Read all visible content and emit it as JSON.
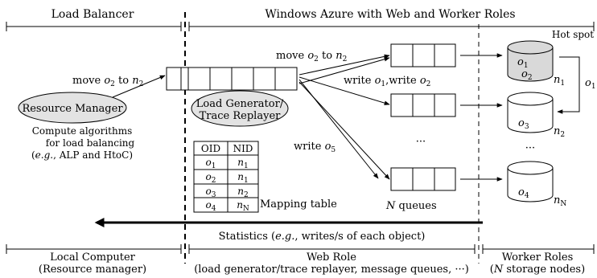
{
  "headers": {
    "top_left": "Load Balancer",
    "top_right": "Windows Azure with Web and Worker Roles",
    "bottom_left_1": "Local Computer",
    "bottom_left_2": "(Resource manager)",
    "bottom_mid_1": "Web Role",
    "bottom_mid_2": "(load generator/trace replayer, message queues, ···)",
    "bottom_right_1": "Worker Roles",
    "bottom_right_2_pre": "(",
    "bottom_right_2_n": "N",
    "bottom_right_2_post": " storage nodes)"
  },
  "resource_manager": {
    "label": "Resource Manager",
    "desc_1": "Compute algorithms",
    "desc_2": "for load balancing",
    "desc_3_eg": "e.g.",
    "desc_3_rest": ", ALP and HtoC)",
    "move_label_pre": "move ",
    "move_obj": "o",
    "move_obj_sub": "2",
    "move_mid": " to ",
    "move_node": "n",
    "move_node_sub": "2"
  },
  "load_generator": {
    "label_1": "Load Generator/",
    "label_2": "Trace Replayer"
  },
  "mapping_table": {
    "caption": "Mapping table",
    "headers": [
      "OID",
      "NID"
    ],
    "rows": [
      {
        "oid": "o",
        "oid_sub": "1",
        "nid": "n",
        "nid_sub": "1"
      },
      {
        "oid": "o",
        "oid_sub": "2",
        "nid": "n",
        "nid_sub": "1"
      },
      {
        "oid": "o",
        "oid_sub": "3",
        "nid": "n",
        "nid_sub": "2"
      },
      {
        "oid": "o",
        "oid_sub": "4",
        "nid": "n",
        "nid_sub": "N"
      }
    ]
  },
  "web_role": {
    "move_label_pre": "move ",
    "move_obj": "o",
    "move_obj_sub": "2",
    "move_mid": " to ",
    "move_node": "n",
    "move_node_sub": "2",
    "write_label_pre": "write ",
    "write_o1": "o",
    "write_o1_sub": "1",
    "write_mid": ",write ",
    "write_o2": "o",
    "write_o2_sub": "2",
    "write5_pre": "write ",
    "write5_obj": "o",
    "write5_sub": "5",
    "queues_n": "N",
    "queues_label": " queues",
    "ellipsis": "···"
  },
  "worker_roles": {
    "hot_spot": "Hot spot",
    "o1_label": "o",
    "o1_sub": "1",
    "node1": {
      "objs": [
        [
          "o",
          "1"
        ],
        [
          "o",
          "2"
        ]
      ],
      "name": "n",
      "sub": "1",
      "hot": true
    },
    "node2": {
      "objs": [
        [
          "o",
          "3"
        ]
      ],
      "name": "n",
      "sub": "2",
      "hot": false
    },
    "nodeN": {
      "objs": [
        [
          "o",
          "4"
        ]
      ],
      "name": "n",
      "sub": "N",
      "hot": false
    },
    "ellipsis": "···"
  },
  "statistics": {
    "pre": "Statistics (",
    "eg": "e.g.",
    "post": ", writes/s of each object)"
  },
  "colors": {
    "hot_fill": "#d9d9d9",
    "ellipse_fill": "#e3e3e3",
    "stroke": "#000000"
  }
}
